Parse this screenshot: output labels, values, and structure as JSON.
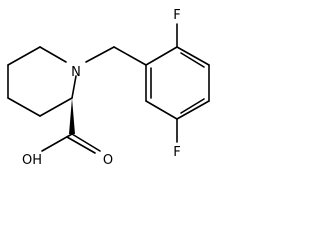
{
  "molecule": {
    "atoms": {
      "n_label": "N",
      "f_top_label": "F",
      "f_bottom_label": "F",
      "oh_label": "OH",
      "o_label": "O"
    },
    "stereo_bond": "wedge"
  }
}
